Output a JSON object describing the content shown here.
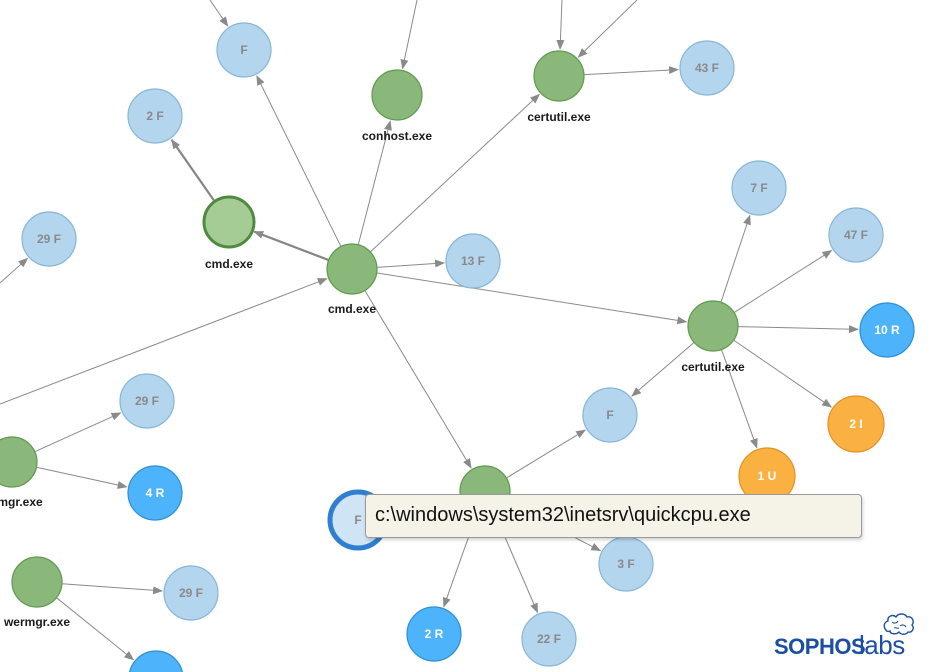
{
  "colors": {
    "process": "#8ab87a",
    "process_stroke": "#5f9a4e",
    "process_selected": "#a6cc96",
    "process_selected_stroke": "#4f8a3e",
    "file": "#b3d5ee",
    "file_stroke": "#86b6d6",
    "registry": "#4db3fb",
    "registry_stroke": "#2e8fd4",
    "other": "#fbb042",
    "other_stroke": "#e09322",
    "edge": "#8a8a8a",
    "tooltip_bg": "#f5f3e8",
    "brand": "#1b4fa3"
  },
  "nodes": [
    {
      "id": "f_top",
      "kind": "file",
      "label": "F"
    },
    {
      "id": "f_2",
      "kind": "file",
      "label": "2 F"
    },
    {
      "id": "f_29a",
      "kind": "file",
      "label": "29 F"
    },
    {
      "id": "conhost",
      "kind": "process",
      "label": "conhost.exe"
    },
    {
      "id": "certutil_top",
      "kind": "process",
      "label": "certutil.exe"
    },
    {
      "id": "f_43",
      "kind": "file",
      "label": "43 F"
    },
    {
      "id": "cmd_left",
      "kind": "process_selected",
      "label": "cmd.exe"
    },
    {
      "id": "cmd_center",
      "kind": "process",
      "label": "cmd.exe"
    },
    {
      "id": "f_13",
      "kind": "file",
      "label": "13 F"
    },
    {
      "id": "f_7",
      "kind": "file",
      "label": "7 F"
    },
    {
      "id": "f_47",
      "kind": "file",
      "label": "47 F"
    },
    {
      "id": "certutil_right",
      "kind": "process",
      "label": "certutil.exe"
    },
    {
      "id": "r_10",
      "kind": "registry",
      "label": "10 R"
    },
    {
      "id": "f_29b",
      "kind": "file",
      "label": "29 F"
    },
    {
      "id": "wermgr_1",
      "kind": "process",
      "label": "mgr.exe"
    },
    {
      "id": "r_4",
      "kind": "registry",
      "label": "4 R"
    },
    {
      "id": "f_mid",
      "kind": "file",
      "label": "F"
    },
    {
      "id": "i_2",
      "kind": "other",
      "label": "2 I"
    },
    {
      "id": "u_1",
      "kind": "other",
      "label": "1 U"
    },
    {
      "id": "quickcpu",
      "kind": "process",
      "label": ""
    },
    {
      "id": "f_hl",
      "kind": "file_highlight",
      "label": "F"
    },
    {
      "id": "f_3",
      "kind": "file",
      "label": "3 F"
    },
    {
      "id": "wermgr_2",
      "kind": "process",
      "label": "wermgr.exe"
    },
    {
      "id": "f_29c",
      "kind": "file",
      "label": "29 F"
    },
    {
      "id": "r_2",
      "kind": "registry",
      "label": "2 R"
    },
    {
      "id": "f_22",
      "kind": "file",
      "label": "22 F"
    },
    {
      "id": "r_bottom",
      "kind": "registry",
      "label": ""
    }
  ],
  "edges": [
    {
      "from": "ext_top_left",
      "to": "f_top"
    },
    {
      "from": "ext_top_conhost",
      "to": "conhost"
    },
    {
      "from": "ext_top_certutil",
      "to": "certutil_top"
    },
    {
      "from": "ext_top_right",
      "to": "certutil_top"
    },
    {
      "from": "certutil_top",
      "to": "f_43"
    },
    {
      "from": "cmd_center",
      "to": "f_top"
    },
    {
      "from": "cmd_center",
      "to": "conhost"
    },
    {
      "from": "cmd_center",
      "to": "certutil_top"
    },
    {
      "from": "cmd_center",
      "to": "cmd_left",
      "thick": true
    },
    {
      "from": "cmd_left",
      "to": "f_2",
      "thick": true
    },
    {
      "from": "cmd_center",
      "to": "f_13"
    },
    {
      "from": "cmd_center",
      "to": "certutil_right"
    },
    {
      "from": "cmd_center",
      "to": "quickcpu"
    },
    {
      "from": "ext_left",
      "to": "cmd_center"
    },
    {
      "from": "ext_left2",
      "to": "f_29a"
    },
    {
      "from": "certutil_right",
      "to": "f_7"
    },
    {
      "from": "certutil_right",
      "to": "f_47"
    },
    {
      "from": "certutil_right",
      "to": "r_10"
    },
    {
      "from": "certutil_right",
      "to": "i_2"
    },
    {
      "from": "certutil_right",
      "to": "u_1"
    },
    {
      "from": "certutil_right",
      "to": "f_mid"
    },
    {
      "from": "wermgr_1",
      "to": "f_29b"
    },
    {
      "from": "wermgr_1",
      "to": "r_4"
    },
    {
      "from": "quickcpu",
      "to": "f_mid"
    },
    {
      "from": "quickcpu",
      "to": "f_3"
    },
    {
      "from": "quickcpu",
      "to": "r_2"
    },
    {
      "from": "quickcpu",
      "to": "f_22"
    },
    {
      "from": "wermgr_2",
      "to": "f_29c"
    },
    {
      "from": "wermgr_2",
      "to": "r_bottom"
    }
  ],
  "tooltip": {
    "text": "c:\\windows\\system32\\inetsrv\\quickcpu.exe"
  },
  "logo": {
    "brand": "SOPHOS",
    "suffix": "labs",
    "icon": "brain-icon"
  }
}
